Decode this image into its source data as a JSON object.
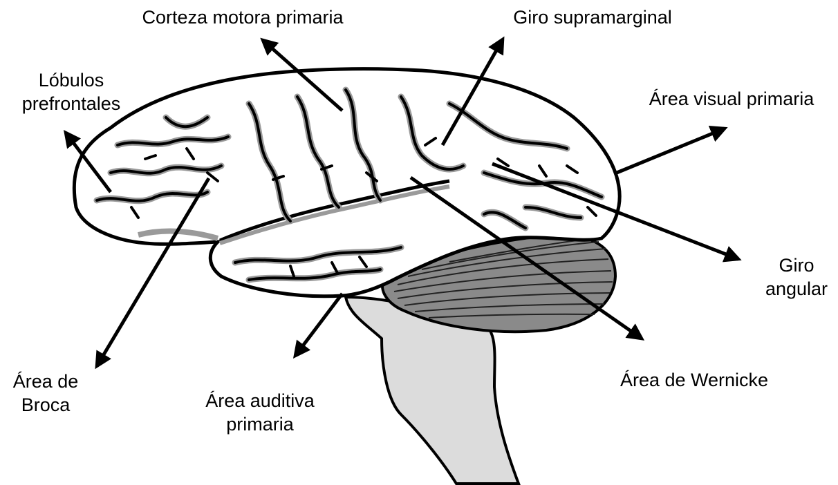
{
  "diagram": {
    "labels": {
      "lobulos_prefrontales": [
        "Lóbulos",
        "prefrontales"
      ],
      "corteza_motora": [
        "Corteza motora primaria"
      ],
      "giro_supramarginal": [
        "Giro supramarginal"
      ],
      "area_visual": [
        "Área visual primaria"
      ],
      "giro_angular": [
        "Giro",
        "angular"
      ],
      "area_wernicke": [
        "Área de Wernicke"
      ],
      "area_auditiva": [
        "Área auditiva",
        "primaria"
      ],
      "area_broca": [
        "Área de",
        "Broca"
      ]
    },
    "colors": {
      "ink": "#000000",
      "cortex_fill": "#ffffff",
      "sulcus_shadow": "#9a9a9a",
      "cerebellum_fill": "#7a7a7a",
      "brainstem_fill": "#dcdcdc"
    }
  }
}
